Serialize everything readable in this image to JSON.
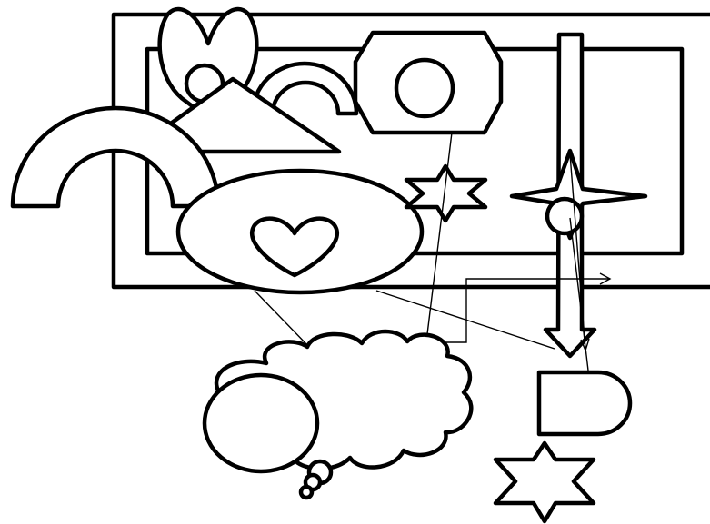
{
  "diagram": {
    "background_color": "#ffffff",
    "stroke_color": "#000000",
    "fill_color": "#ffffff",
    "shapes": [
      "outer-frame",
      "inner-frame",
      "heart-top",
      "triangle",
      "arch-small",
      "octagon-with-circle",
      "arch-large",
      "ellipse-with-heart",
      "six-point-star-small",
      "block-arrow-down",
      "four-point-star",
      "cloud-callout",
      "delay-shape",
      "six-point-star-bottom"
    ],
    "connectors": [
      "ellipse-to-cloud",
      "ellipse-to-block-arrow",
      "octagon-to-cloud",
      "cloud-to-elbow-arrow",
      "four-point-star-to-delay-1",
      "four-point-star-to-delay-2"
    ]
  }
}
